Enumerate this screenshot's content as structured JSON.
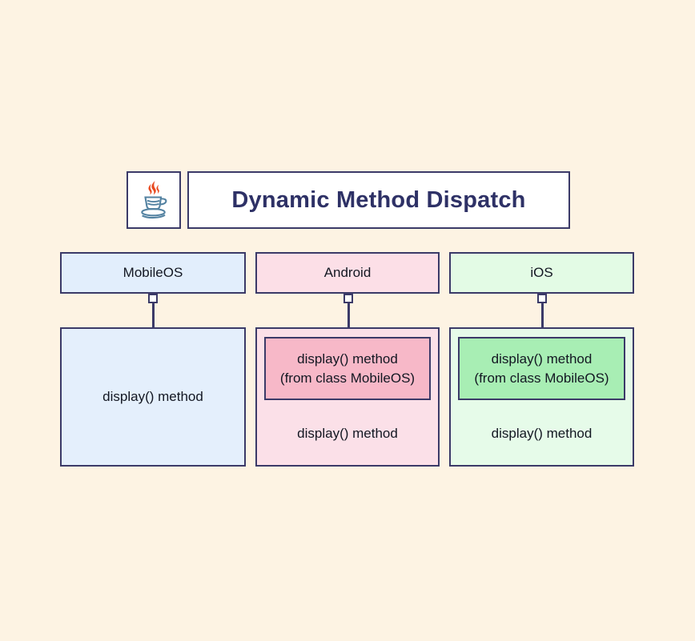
{
  "diagram": {
    "title": "Dynamic Method Dispatch",
    "logo": {
      "name": "java-logo",
      "steam_color": "#e8491f",
      "cup_color": "#5382a1"
    },
    "background_color": "#fdf3e3",
    "border_color": "#3b3a68",
    "title_color": "#2e3166",
    "classes": [
      {
        "id": "mobileos",
        "name": "MobileOS",
        "header_color": "#e2eefc",
        "body_color": "#e4effc",
        "inherited": null,
        "members": [
          "display() method"
        ]
      },
      {
        "id": "android",
        "name": "Android",
        "header_color": "#fcdfe7",
        "body_color": "#fbe0e8",
        "inherited": {
          "line1": "display() method",
          "line2": "(from class MobileOS)",
          "color": "#f7b8c8"
        },
        "members": [
          "display() method"
        ]
      },
      {
        "id": "ios",
        "name": "iOS",
        "header_color": "#e3fbe5",
        "body_color": "#e6fbe9",
        "inherited": {
          "line1": "display() method",
          "line2": "(from class MobileOS)",
          "color": "#a8eeb4"
        },
        "members": [
          "display() method"
        ]
      }
    ],
    "connectors": [
      {
        "id": "connector-mobileos",
        "icon": "composition-arrow-down-icon"
      },
      {
        "id": "connector-android",
        "icon": "composition-arrow-down-icon"
      },
      {
        "id": "connector-ios",
        "icon": "composition-arrow-down-icon"
      }
    ]
  }
}
